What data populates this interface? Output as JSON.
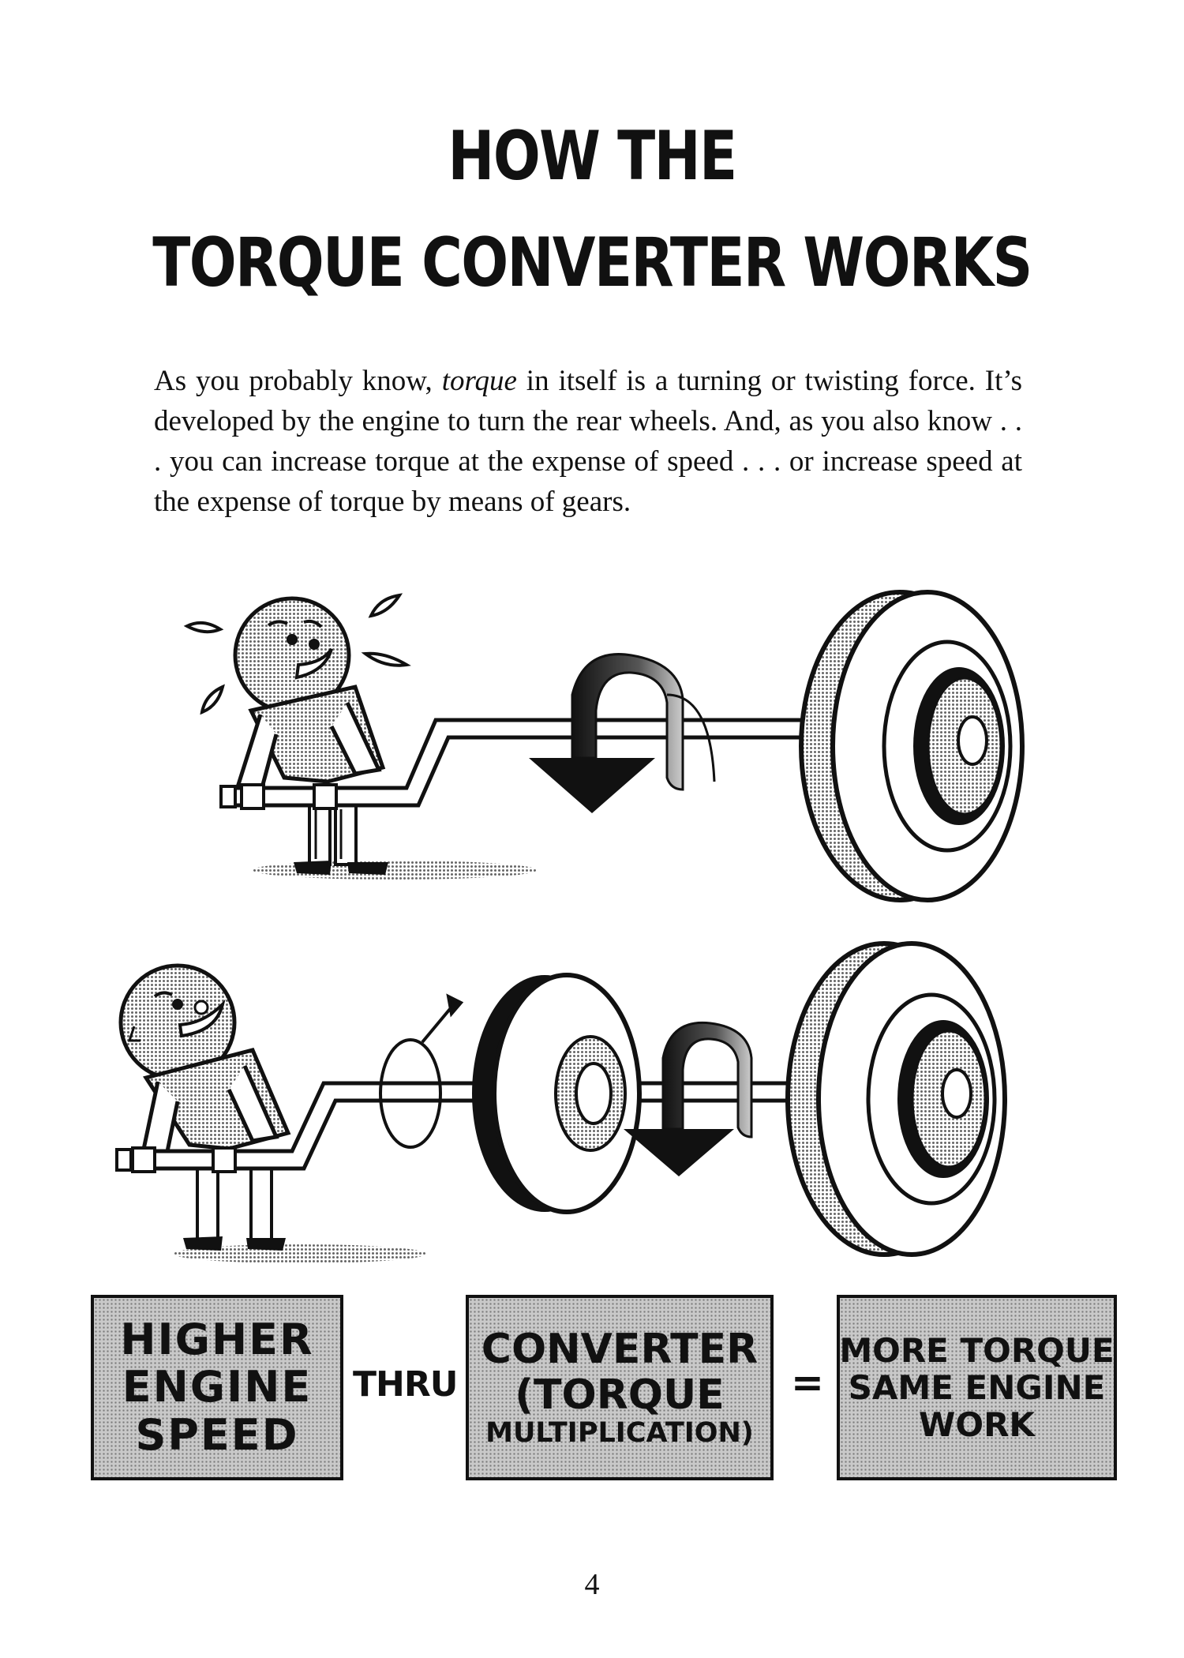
{
  "title": {
    "line1": "HOW THE",
    "line2": "TORQUE CONVERTER WORKS"
  },
  "paragraph": {
    "part1": "As you probably know,",
    "emphasis": "torque",
    "part2": "in itself is a turning or twisting force. It’s developed by the engine to turn the rear wheels. And, as you also know . . . you can increase torque at the expense of speed . . . or increase speed at the expense of torque by means of gears."
  },
  "equation": {
    "box1": [
      "HIGHER",
      "ENGINE",
      "SPEED"
    ],
    "connector": "THRU",
    "box2": [
      "CONVERTER",
      "(TORQUE",
      "MULTIPLICATION)"
    ],
    "equals": "=",
    "box3": [
      "MORE TORQUE",
      "SAME ENGINE",
      "WORK"
    ]
  },
  "page_number": "4",
  "colors": {
    "ink": "#111111",
    "paper": "#ffffff",
    "screen_tone": "#c9c9c9"
  }
}
